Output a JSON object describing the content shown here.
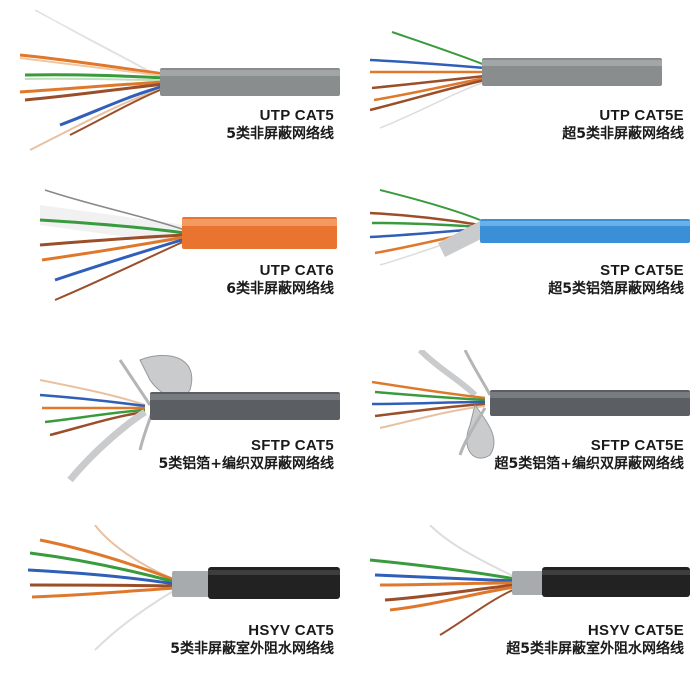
{
  "products": [
    {
      "name": "UTP CAT5",
      "desc": "5类非屏蔽网络线"
    },
    {
      "name": "UTP CAT5E",
      "desc": "超5类非屏蔽网络线"
    },
    {
      "name": "UTP CAT6",
      "desc": "6类非屏蔽网络线"
    },
    {
      "name": "STP CAT5E",
      "desc": "超5类铝箔屏蔽网络线"
    },
    {
      "name": "SFTP CAT5",
      "desc": "5类铝箔+编织双屏蔽网络线"
    },
    {
      "name": "SFTP CAT5E",
      "desc": "超5类铝箔+编织双屏蔽网络线"
    },
    {
      "name": "HSYV CAT5",
      "desc": "5类非屏蔽室外阻水网络线"
    },
    {
      "name": "HSYV CAT5E",
      "desc": "超5类非屏蔽室外阻水网络线"
    }
  ],
  "colors": {
    "jacket_grey": "#8a8d8e",
    "jacket_orange": "#e8742f",
    "jacket_blue": "#3a8fd6",
    "jacket_dark": "#5b5f63",
    "jacket_black": "#222222",
    "wire_orange": "#e0782c",
    "wire_green": "#3a9b3e",
    "wire_blue": "#2f5fb8",
    "wire_brown": "#9a4f2a",
    "foil_silver": "#c9cbcd"
  }
}
